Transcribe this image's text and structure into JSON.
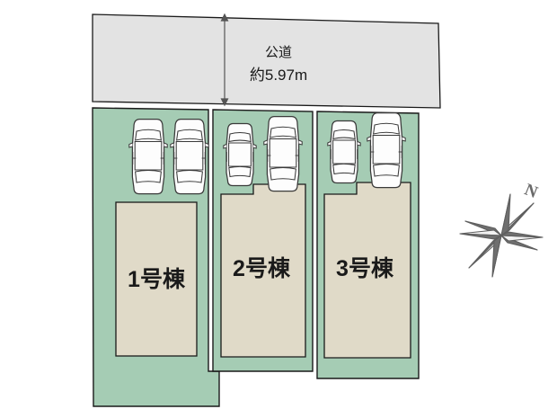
{
  "diagram": {
    "type": "site-plan",
    "title_visible": false,
    "colors": {
      "road_fill": "#e3e3e3",
      "site_green": "#a5ccb4",
      "building_beige": "#e0dac8",
      "outline": "#1a1a1a",
      "car_outline": "#3a3a3a",
      "car_fill": "#fdfdfd",
      "compass_dark": "#6a6a6a",
      "compass_light": "#f2f2f2",
      "background": "#ffffff"
    }
  },
  "road": {
    "name_label": "公道",
    "width_label": "約5.97m",
    "has_dimension_arrow": true
  },
  "lots": [
    {
      "id": "lot-1",
      "building_label": "1号棟",
      "parking_spaces": 2,
      "cars": [
        {
          "size": "standard",
          "orientation": "vertical"
        },
        {
          "size": "standard",
          "orientation": "vertical"
        }
      ]
    },
    {
      "id": "lot-2",
      "building_label": "2号棟",
      "parking_spaces": 2,
      "cars": [
        {
          "size": "compact",
          "orientation": "vertical"
        },
        {
          "size": "standard",
          "orientation": "vertical"
        }
      ]
    },
    {
      "id": "lot-3",
      "building_label": "3号棟",
      "parking_spaces": 2,
      "cars": [
        {
          "size": "compact",
          "orientation": "vertical"
        },
        {
          "size": "standard",
          "orientation": "vertical"
        }
      ]
    }
  ],
  "compass": {
    "letter": "N",
    "points": 8,
    "direction": "north-up-right"
  }
}
